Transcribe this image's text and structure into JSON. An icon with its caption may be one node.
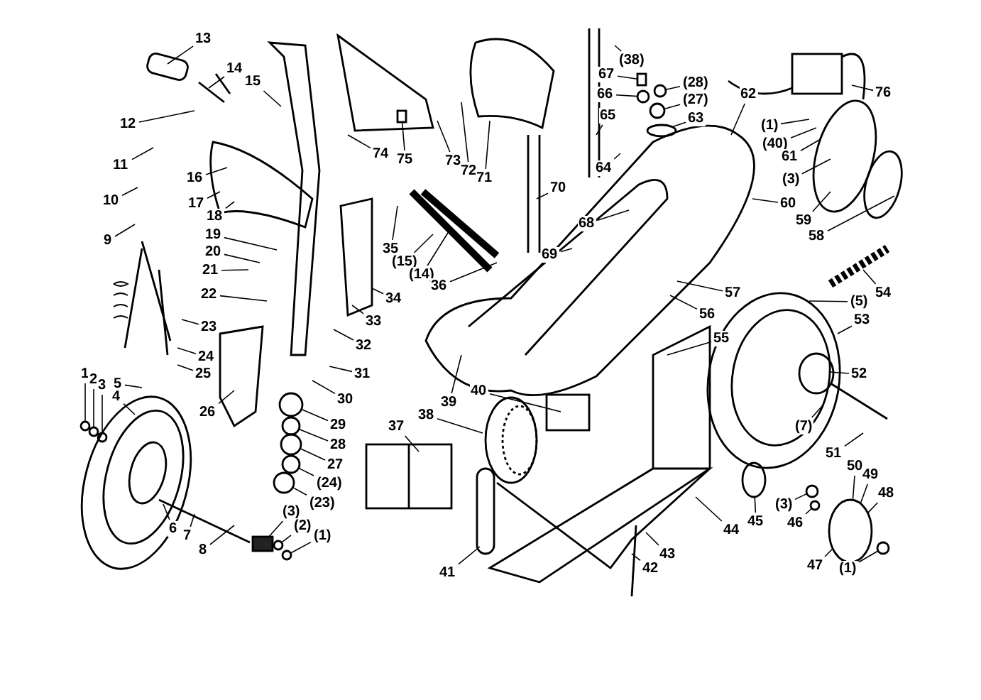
{
  "diagram": {
    "nodes": [
      {
        "text": [
          "13"
        ]
      },
      {
        "text": [
          "(38)"
        ]
      },
      {
        "text": [
          "(28)"
        ]
      },
      {
        "text": [
          "14"
        ]
      },
      {
        "text": [
          "67"
        ]
      },
      {
        "text": [
          "15"
        ]
      },
      {
        "text": [
          "62"
        ]
      },
      {
        "text": [
          "76"
        ]
      },
      {
        "text": [
          "66"
        ]
      },
      {
        "text": [
          "(27)"
        ]
      },
      {
        "text": [
          "63"
        ]
      },
      {
        "text": [
          "12"
        ]
      },
      {
        "text": [
          "(1)"
        ]
      },
      {
        "text": [
          "65"
        ]
      },
      {
        "text": [
          "(40)"
        ]
      },
      {
        "text": [
          "74"
        ]
      },
      {
        "text": [
          "75"
        ]
      },
      {
        "text": [
          "73"
        ]
      },
      {
        "text": [
          "61"
        ]
      },
      {
        "text": [
          "11"
        ]
      },
      {
        "text": [
          "64"
        ]
      },
      {
        "text": [
          "72"
        ]
      },
      {
        "text": [
          "71"
        ]
      },
      {
        "text": [
          "16"
        ]
      },
      {
        "text": [
          "(3)"
        ]
      },
      {
        "text": [
          "70"
        ]
      },
      {
        "text": [
          "10"
        ]
      },
      {
        "text": [
          "17"
        ]
      },
      {
        "text": [
          "60"
        ]
      },
      {
        "text": [
          "18"
        ]
      },
      {
        "text": [
          "59"
        ]
      },
      {
        "text": [
          "68"
        ]
      },
      {
        "text": [
          "19"
        ]
      },
      {
        "text": [
          "58"
        ]
      },
      {
        "text": [
          "9"
        ]
      },
      {
        "text": [
          "35"
        ]
      },
      {
        "text": [
          "20"
        ]
      },
      {
        "text": [
          "69"
        ]
      },
      {
        "text": [
          "(15)"
        ]
      },
      {
        "text": [
          "21"
        ]
      },
      {
        "text": [
          "(14)"
        ]
      },
      {
        "text": [
          "36"
        ]
      },
      {
        "text": [
          "57"
        ]
      },
      {
        "text": [
          "54"
        ]
      },
      {
        "text": [
          "22"
        ]
      },
      {
        "text": [
          "34"
        ]
      },
      {
        "text": [
          "(5)"
        ]
      },
      {
        "text": [
          "56"
        ]
      },
      {
        "text": [
          "53"
        ]
      },
      {
        "text": [
          "33"
        ]
      },
      {
        "text": [
          "23"
        ]
      },
      {
        "text": [
          "55"
        ]
      },
      {
        "text": [
          "32"
        ]
      },
      {
        "text": [
          "24"
        ]
      },
      {
        "text": [
          "39"
        ]
      },
      {
        "text": [
          "31"
        ]
      },
      {
        "text": [
          "1"
        ]
      },
      {
        "text": [
          "2"
        ]
      },
      {
        "text": [
          "3"
        ]
      },
      {
        "text": [
          "52"
        ]
      },
      {
        "text": [
          "25"
        ]
      },
      {
        "text": [
          "5"
        ]
      },
      {
        "text": [
          "40"
        ]
      },
      {
        "text": [
          "4"
        ]
      },
      {
        "text": [
          "30"
        ]
      },
      {
        "text": [
          "26"
        ]
      },
      {
        "text": [
          "38"
        ]
      },
      {
        "text": [
          "29"
        ]
      },
      {
        "text": [
          "37"
        ]
      },
      {
        "text": [
          "(7)"
        ]
      },
      {
        "text": [
          "28"
        ]
      },
      {
        "text": [
          "51"
        ]
      },
      {
        "text": [
          "27"
        ]
      },
      {
        "text": [
          "50"
        ]
      },
      {
        "text": [
          "(24)"
        ]
      },
      {
        "text": [
          "49"
        ]
      },
      {
        "text": [
          "48"
        ]
      },
      {
        "text": [
          "(23)"
        ]
      },
      {
        "text": [
          "(3)"
        ]
      },
      {
        "text": [
          "(3)"
        ]
      },
      {
        "text": [
          "45"
        ]
      },
      {
        "text": [
          "46"
        ]
      },
      {
        "text": [
          "(2)"
        ]
      },
      {
        "text": [
          "6"
        ]
      },
      {
        "text": [
          "44"
        ]
      },
      {
        "text": [
          "7"
        ]
      },
      {
        "text": [
          "(1)"
        ]
      },
      {
        "text": [
          "8"
        ]
      },
      {
        "text": [
          "47"
        ]
      },
      {
        "text": [
          "43"
        ]
      },
      {
        "text": [
          "42"
        ]
      },
      {
        "text": [
          "(1)"
        ]
      },
      {
        "text": [
          "41"
        ]
      },
      {
        "text": [],
        "shape": "circle"
      },
      {
        "text": [],
        "shape": "box"
      },
      {
        "text": [],
        "shape": "circle"
      },
      {
        "text": [],
        "shape": "circle"
      },
      {
        "text": [],
        "shape": "circle"
      },
      {
        "text": [],
        "shape": "box"
      },
      {
        "text": [],
        "shape": "circle"
      },
      {
        "text": [],
        "shape": "circle"
      },
      {
        "text": [],
        "shape": "circle"
      },
      {
        "text": [],
        "shape": "circle"
      },
      {
        "text": [],
        "shape": "circle"
      },
      {
        "text": [],
        "shape": "circle"
      },
      {
        "text": [],
        "shape": "circle"
      },
      {
        "text": [],
        "shape": "circle"
      },
      {
        "text": [],
        "shape": "circle"
      },
      {
        "text": [],
        "shape": "box"
      },
      {
        "text": [],
        "shape": "circle"
      },
      {
        "text": [],
        "shape": "circle"
      },
      {
        "text": [],
        "shape": "circle"
      },
      {
        "text": [],
        "shape": "circle"
      },
      {
        "text": [],
        "shape": "circle"
      },
      {
        "text": [],
        "shape": "circle"
      }
    ],
    "edges": [
      {
        "from": 0,
        "to": null,
        "arrow": "none"
      },
      {
        "from": 1,
        "to": null,
        "arrow": "none"
      },
      {
        "from": 2,
        "to": 93,
        "arrow": "none"
      },
      {
        "from": 3,
        "to": null,
        "arrow": "none"
      },
      {
        "from": 4,
        "to": 94,
        "arrow": "none"
      },
      {
        "from": 5,
        "to": null,
        "arrow": "none"
      },
      {
        "from": 6,
        "to": null,
        "arrow": "none"
      },
      {
        "from": 7,
        "to": null,
        "arrow": "none"
      },
      {
        "from": 8,
        "to": 95,
        "arrow": "none"
      },
      {
        "from": 9,
        "to": 96,
        "arrow": "none"
      },
      {
        "from": 10,
        "to": 97,
        "arrow": "none"
      },
      {
        "from": 11,
        "to": null,
        "arrow": "none"
      },
      {
        "from": 12,
        "to": null,
        "arrow": "none"
      },
      {
        "from": 13,
        "to": null,
        "arrow": "none"
      },
      {
        "from": 14,
        "to": null,
        "arrow": "none"
      },
      {
        "from": 15,
        "to": null,
        "arrow": "none"
      },
      {
        "from": 16,
        "to": 98,
        "arrow": "none"
      },
      {
        "from": 17,
        "to": null,
        "arrow": "none"
      },
      {
        "from": 18,
        "to": null,
        "arrow": "none"
      },
      {
        "from": 19,
        "to": null,
        "arrow": "none"
      },
      {
        "from": 20,
        "to": null,
        "arrow": "none"
      },
      {
        "from": 21,
        "to": null,
        "arrow": "none"
      },
      {
        "from": 22,
        "to": null,
        "arrow": "none"
      },
      {
        "from": 23,
        "to": null,
        "arrow": "none"
      },
      {
        "from": 24,
        "to": null,
        "arrow": "none"
      },
      {
        "from": 25,
        "to": null,
        "arrow": "none"
      },
      {
        "from": 26,
        "to": null,
        "arrow": "none"
      },
      {
        "from": 27,
        "to": null,
        "arrow": "none"
      },
      {
        "from": 28,
        "to": null,
        "arrow": "none"
      },
      {
        "from": 29,
        "to": null,
        "arrow": "none"
      },
      {
        "from": 30,
        "to": null,
        "arrow": "none"
      },
      {
        "from": 31,
        "to": null,
        "arrow": "none"
      },
      {
        "from": 32,
        "to": null,
        "arrow": "none"
      },
      {
        "from": 33,
        "to": null,
        "arrow": "none"
      },
      {
        "from": 34,
        "to": null,
        "arrow": "none"
      },
      {
        "from": 35,
        "to": null,
        "arrow": "none"
      },
      {
        "from": 36,
        "to": null,
        "arrow": "none"
      },
      {
        "from": 37,
        "to": null,
        "arrow": "none"
      },
      {
        "from": 38,
        "to": null,
        "arrow": "none"
      },
      {
        "from": 39,
        "to": null,
        "arrow": "none"
      },
      {
        "from": 40,
        "to": null,
        "arrow": "none"
      },
      {
        "from": 41,
        "to": null,
        "arrow": "none"
      },
      {
        "from": 42,
        "to": null,
        "arrow": "none"
      },
      {
        "from": 43,
        "to": null,
        "arrow": "none"
      },
      {
        "from": 44,
        "to": null,
        "arrow": "none"
      },
      {
        "from": 45,
        "to": null,
        "arrow": "none"
      },
      {
        "from": 46,
        "to": null,
        "arrow": "none"
      },
      {
        "from": 47,
        "to": null,
        "arrow": "none"
      },
      {
        "from": 48,
        "to": null,
        "arrow": "none"
      },
      {
        "from": 49,
        "to": null,
        "arrow": "none"
      },
      {
        "from": 50,
        "to": null,
        "arrow": "none"
      },
      {
        "from": 51,
        "to": null,
        "arrow": "none"
      },
      {
        "from": 52,
        "to": null,
        "arrow": "none"
      },
      {
        "from": 53,
        "to": null,
        "arrow": "none"
      },
      {
        "from": 54,
        "to": null,
        "arrow": "none"
      },
      {
        "from": 55,
        "to": null,
        "arrow": "none"
      },
      {
        "from": 56,
        "to": 99,
        "arrow": "none"
      },
      {
        "from": 57,
        "to": 100,
        "arrow": "none"
      },
      {
        "from": 58,
        "to": 101,
        "arrow": "none"
      },
      {
        "from": 59,
        "to": null,
        "arrow": "none"
      },
      {
        "from": 60,
        "to": null,
        "arrow": "none"
      },
      {
        "from": 61,
        "to": null,
        "arrow": "none"
      },
      {
        "from": 62,
        "to": null,
        "arrow": "none"
      },
      {
        "from": 63,
        "to": null,
        "arrow": "none"
      },
      {
        "from": 64,
        "to": null,
        "arrow": "none"
      },
      {
        "from": 65,
        "to": null,
        "arrow": "none"
      },
      {
        "from": 66,
        "to": null,
        "arrow": "none"
      },
      {
        "from": 67,
        "to": 102,
        "arrow": "none"
      },
      {
        "from": 68,
        "to": null,
        "arrow": "none"
      },
      {
        "from": 69,
        "to": null,
        "arrow": "none"
      },
      {
        "from": 70,
        "to": 103,
        "arrow": "none"
      },
      {
        "from": 71,
        "to": null,
        "arrow": "none"
      },
      {
        "from": 72,
        "to": 104,
        "arrow": "none"
      },
      {
        "from": 73,
        "to": 114,
        "arrow": "none"
      },
      {
        "from": 74,
        "to": 105,
        "arrow": "none"
      },
      {
        "from": 75,
        "to": 114,
        "arrow": "none"
      },
      {
        "from": 76,
        "to": 114,
        "arrow": "none"
      },
      {
        "from": 77,
        "to": 106,
        "arrow": "none"
      },
      {
        "from": 78,
        "to": 107,
        "arrow": "none"
      },
      {
        "from": 79,
        "to": 108,
        "arrow": "none"
      },
      {
        "from": 80,
        "to": 109,
        "arrow": "none"
      },
      {
        "from": 81,
        "to": 110,
        "arrow": "none"
      },
      {
        "from": 82,
        "to": 111,
        "arrow": "none"
      },
      {
        "from": 83,
        "to": null,
        "arrow": "none"
      },
      {
        "from": 84,
        "to": null,
        "arrow": "none"
      },
      {
        "from": 85,
        "to": null,
        "arrow": "none"
      },
      {
        "from": 86,
        "to": 112,
        "arrow": "none"
      },
      {
        "from": 87,
        "to": null,
        "arrow": "none"
      },
      {
        "from": 88,
        "to": 114,
        "arrow": "none"
      },
      {
        "from": 89,
        "to": null,
        "arrow": "none"
      },
      {
        "from": 90,
        "to": null,
        "arrow": "none"
      },
      {
        "from": 91,
        "to": 113,
        "arrow": "none"
      },
      {
        "from": 92,
        "to": null,
        "arrow": "none"
      }
    ]
  }
}
